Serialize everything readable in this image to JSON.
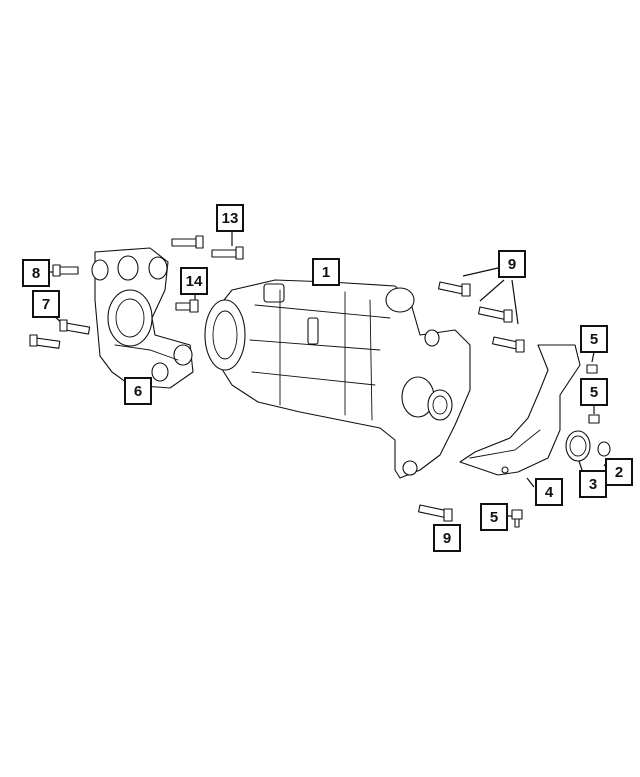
{
  "callouts": [
    {
      "id": "c1",
      "label": "1"
    },
    {
      "id": "c2",
      "label": "2"
    },
    {
      "id": "c3",
      "label": "3"
    },
    {
      "id": "c4",
      "label": "4"
    },
    {
      "id": "c5a",
      "label": "5"
    },
    {
      "id": "c5b",
      "label": "5"
    },
    {
      "id": "c5c",
      "label": "5"
    },
    {
      "id": "c6",
      "label": "6"
    },
    {
      "id": "c7",
      "label": "7"
    },
    {
      "id": "c8",
      "label": "8"
    },
    {
      "id": "c9a",
      "label": "9"
    },
    {
      "id": "c9b",
      "label": "9"
    },
    {
      "id": "c13",
      "label": "13"
    },
    {
      "id": "c14",
      "label": "14"
    }
  ]
}
